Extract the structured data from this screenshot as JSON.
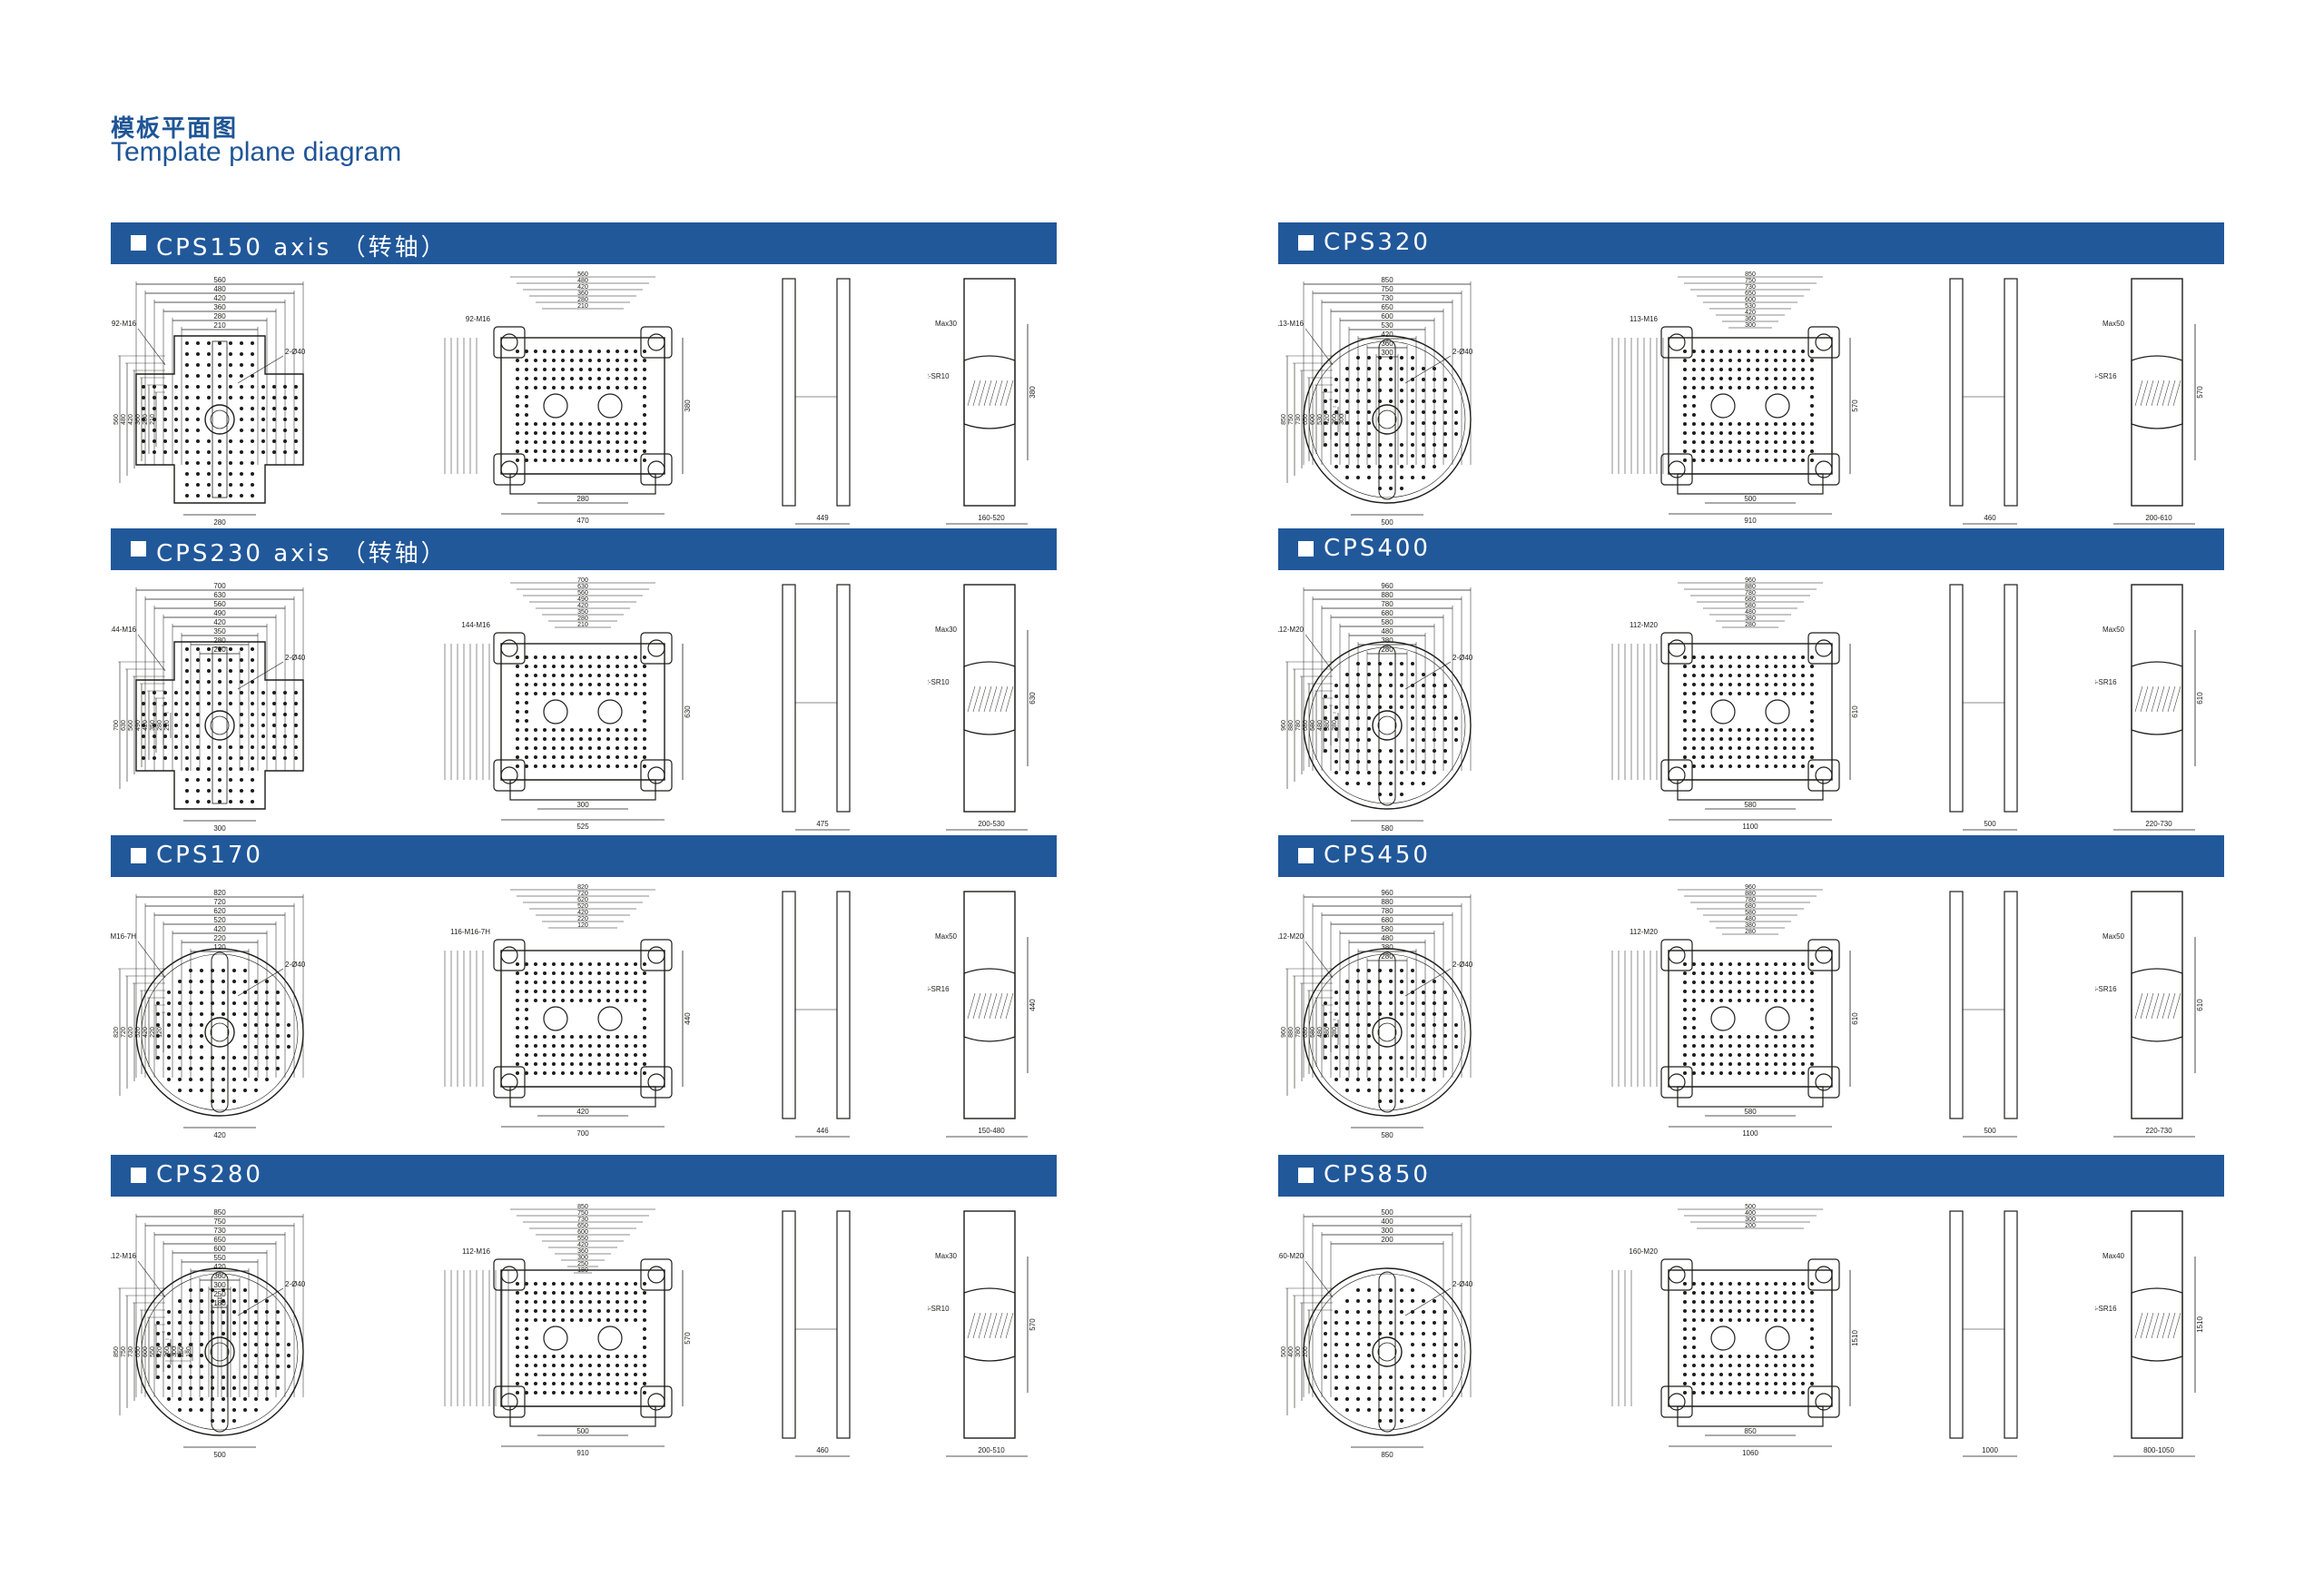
{
  "page": {
    "title_cn": "模板平面图",
    "title_en": "Template plane diagram"
  },
  "sections": [
    {
      "id": "cps150",
      "label": "CPS150 axis （转轴）",
      "holes": "92-M16",
      "round": false,
      "dims": [
        "560",
        "480",
        "420",
        "360",
        "280",
        "210"
      ],
      "w1": "280",
      "w2": "470",
      "w3": "380",
      "side": "449",
      "range": "160-520",
      "max": "Max30",
      "sr": "2-SR10"
    },
    {
      "id": "cps230",
      "label": "CPS230 axis （转轴）",
      "holes": "144-M16",
      "round": false,
      "dims": [
        "700",
        "630",
        "560",
        "490",
        "420",
        "350",
        "280",
        "210"
      ],
      "w1": "300",
      "w2": "525",
      "w3": "630",
      "side": "475",
      "range": "200-530",
      "max": "Max30",
      "sr": "2-SR10"
    },
    {
      "id": "cps170",
      "label": "CPS170",
      "holes": "116-M16-7H",
      "round": true,
      "dims": [
        "820",
        "720",
        "620",
        "520",
        "420",
        "220",
        "120"
      ],
      "w1": "420",
      "w2": "700",
      "w3": "440",
      "side": "446",
      "range": "150-480",
      "max": "Max50",
      "sr": "3-SR16"
    },
    {
      "id": "cps280",
      "label": "CPS280",
      "holes": "112-M16",
      "round": true,
      "dims": [
        "850",
        "750",
        "730",
        "650",
        "600",
        "550",
        "420",
        "360",
        "300",
        "250",
        "180"
      ],
      "w1": "500",
      "w2": "910",
      "w3": "570",
      "side": "460",
      "range": "200-510",
      "max": "Max30",
      "sr": "3-SR10"
    },
    {
      "id": "cps320",
      "label": "CPS320",
      "holes": "113-M16",
      "round": true,
      "dims": [
        "850",
        "750",
        "730",
        "650",
        "600",
        "530",
        "420",
        "360",
        "300"
      ],
      "w1": "500",
      "w2": "910",
      "w3": "570",
      "side": "460",
      "range": "200-610",
      "max": "Max50",
      "sr": "3-SR16"
    },
    {
      "id": "cps400",
      "label": "CPS400",
      "holes": "112-M20",
      "round": true,
      "dims": [
        "960",
        "880",
        "780",
        "680",
        "580",
        "480",
        "380",
        "280"
      ],
      "w1": "580",
      "w2": "1100",
      "w3": "610",
      "side": "500",
      "range": "220-730",
      "max": "Max50",
      "sr": "3-SR16"
    },
    {
      "id": "cps450",
      "label": "CPS450",
      "holes": "112-M20",
      "round": true,
      "dims": [
        "960",
        "880",
        "780",
        "680",
        "580",
        "480",
        "380",
        "280"
      ],
      "w1": "580",
      "w2": "1100",
      "w3": "610",
      "side": "500",
      "range": "220-730",
      "max": "Max50",
      "sr": "3-SR16"
    },
    {
      "id": "cps850",
      "label": "CPS850",
      "holes": "160-M20",
      "round": true,
      "dims": [
        "500",
        "400",
        "300",
        "200"
      ],
      "w1": "850",
      "w2": "1060",
      "w3": "1510",
      "side": "1000",
      "range": "800-1050",
      "max": "Max40",
      "sr": "3-SR16"
    }
  ],
  "colors": {
    "accent": "#21589a",
    "line": "#1d1d1b",
    "title": "#1f5597"
  }
}
